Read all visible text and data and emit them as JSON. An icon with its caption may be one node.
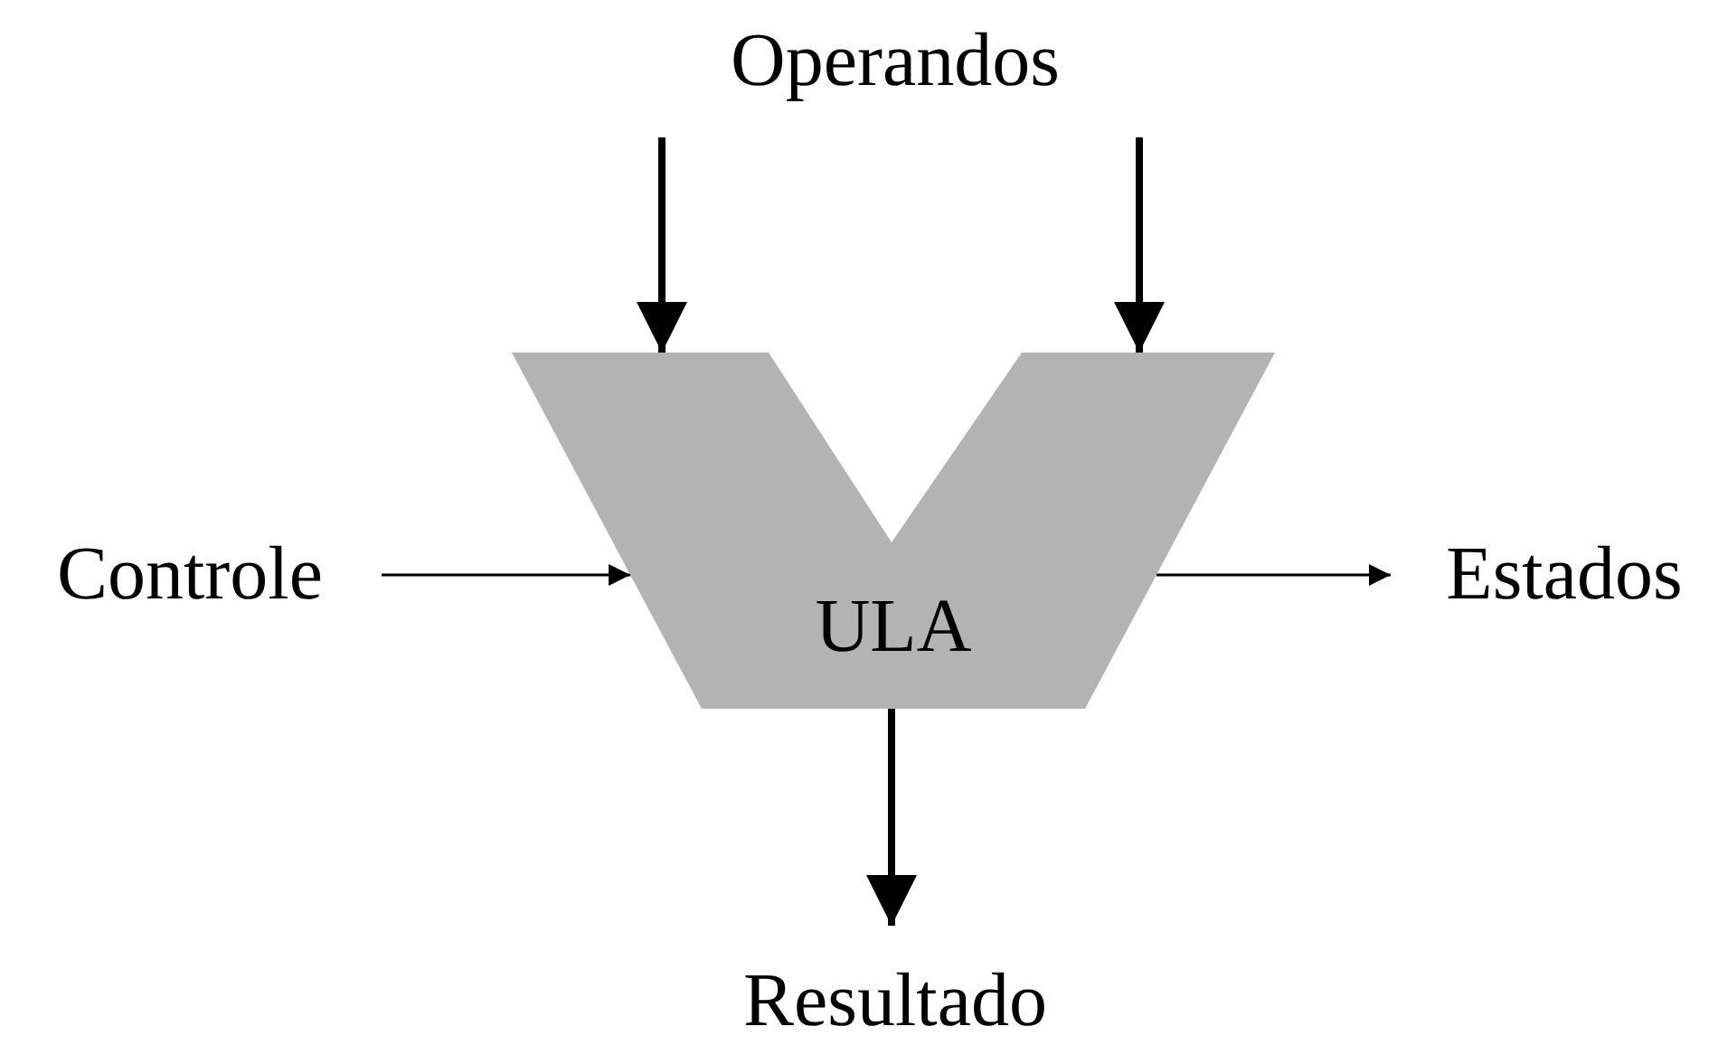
{
  "diagram": {
    "nodes": [
      {
        "text": [
          "Operandos"
        ]
      },
      {
        "text": [
          "Controle"
        ]
      },
      {
        "text": [
          "ULA"
        ]
      },
      {
        "text": [
          "Estados"
        ]
      },
      {
        "text": [
          "Resultado"
        ]
      }
    ],
    "edges": [
      {
        "from": 0,
        "to": 2,
        "arrow": "to"
      },
      {
        "from": 0,
        "to": 2,
        "arrow": "to"
      },
      {
        "from": 1,
        "to": 2,
        "arrow": "to"
      },
      {
        "from": 2,
        "to": 3,
        "arrow": "to"
      },
      {
        "from": 2,
        "to": 4,
        "arrow": "to"
      }
    ]
  }
}
